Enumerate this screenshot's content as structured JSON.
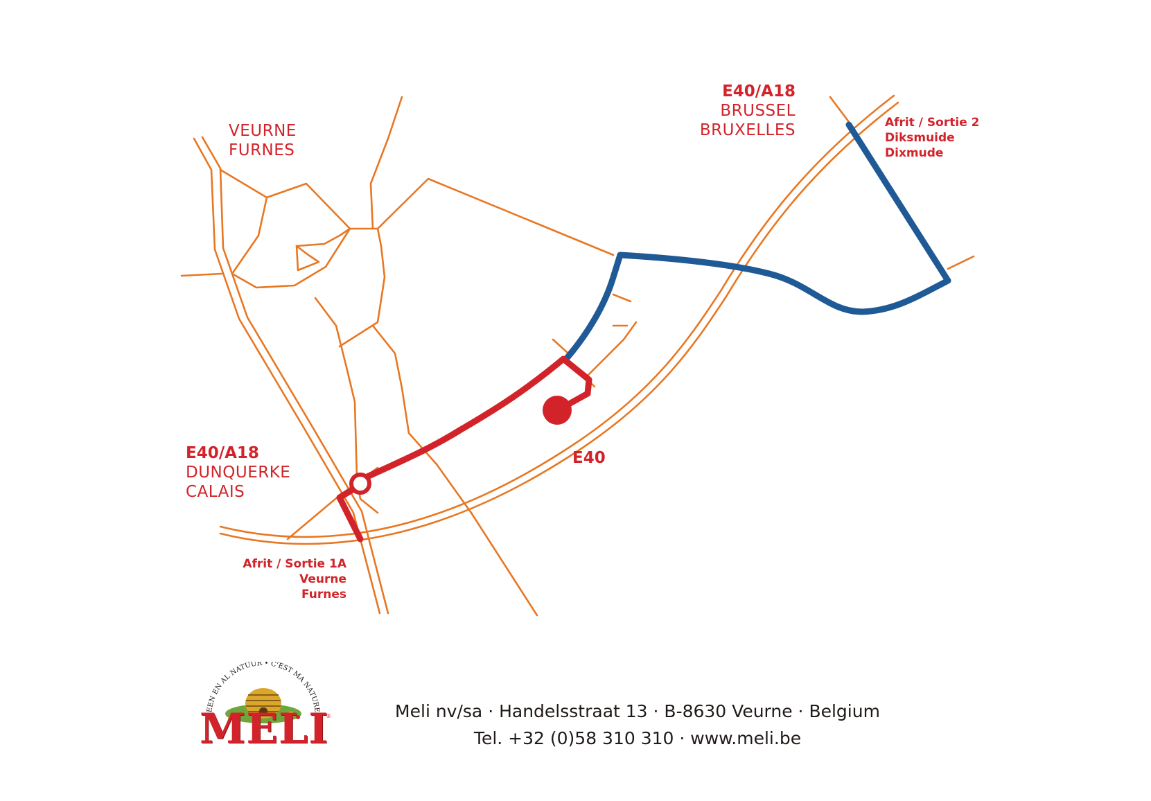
{
  "map": {
    "labels": {
      "veurne_city": [
        "VEURNE",
        "FURNES"
      ],
      "east_highway": {
        "code": "E40/A18",
        "lines": [
          "BRUSSEL",
          "BRUXELLES"
        ]
      },
      "west_highway": {
        "code": "E40/A18",
        "lines": [
          "DUNQUERKE",
          "CALAIS"
        ]
      },
      "exit_2": [
        "Afrit / Sortie 2",
        "Diksmuide",
        "Dixmude"
      ],
      "exit_1a": [
        "Afrit / Sortie 1A",
        "Veurne",
        "Furnes"
      ],
      "highway_center": "E40"
    },
    "colors": {
      "road": "#e87722",
      "route_red": "#d2232a",
      "route_blue": "#1f5a96",
      "label": "#d2232a"
    }
  },
  "brand": {
    "logo_text": "MELI",
    "logo_arc_text": "EEN EN AL NATUUR • C'EST MA NATURE",
    "logo_reg": "®"
  },
  "footer": {
    "address": "Meli nv/sa · Handelsstraat 13 · B-8630 Veurne · Belgium",
    "contact": "Tel. +32 (0)58 310 310 · www.meli.be"
  }
}
